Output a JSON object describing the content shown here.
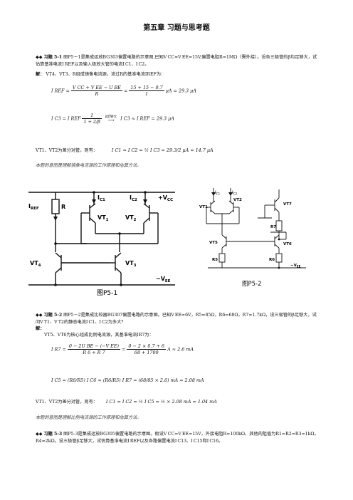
{
  "title": "第五章    习题与思考题",
  "p51": {
    "marker": "◆◆",
    "label": "习题 5-1",
    "text": " 图P5－1是集成运放BG303偏置电路的示意图,已知V CC=V EE=15V,偏置电阻R=1MΩ（需外接）。设各三极管的β均足够大，试估算基准电流I REF以及输入级放大管的电流I C1、I C2。",
    "sol_label": "解：",
    "sol_text": "VT4、VT3、R组成镜像电流源，流过R的基准电流IREF为：",
    "eq1_lhs": "I REF =",
    "eq1_num": "V CC + V EE − U BE",
    "eq1_den": "R",
    "eq1_eq": "=",
    "eq1_num2": "15 + 15 − 0.7",
    "eq1_den2": "1",
    "eq1_res": "μA = 29.3 μA",
    "eq2_lhs": "I C3 = I REF",
    "eq2_num": "1",
    "eq2_den": "1 + 2/β",
    "eq2_arrow": "β足够大",
    "eq2_res": "I C3 ≈ I REF = 29.3 μA",
    "vt_text": "VT1、VT2为差分对管，则有：",
    "eq3": "I C1 = I C2 = ½ I C3 ≈ 29.3/2 μA ≈ 14.7 μA",
    "note": "本题的意图是理解镜像电流源的工作原理和估算方法。"
  },
  "fig1": {
    "ic1": "I",
    "ic1_sub": "C1",
    "ic2": "I",
    "ic2_sub": "C2",
    "vcc": "+V",
    "vcc_sub": "CC",
    "iref": "I",
    "iref_sub": "REF",
    "r": "R",
    "vt1": "VT",
    "vt1_sub": "1",
    "vt2": "VT",
    "vt2_sub": "2",
    "vt3": "VT",
    "vt3_sub": "3",
    "vt4": "VT",
    "vt4_sub": "4",
    "vee": "−V",
    "vee_sub": "EE",
    "caption": "图P5-1"
  },
  "fig2": {
    "ic1": "I",
    "ic1_sub": "C1",
    "ic2": "I",
    "ic2_sub": "C2",
    "vt1": "VT1",
    "vt2": "VT2",
    "vt7": "VT7",
    "r7": "R7",
    "vt5": "VT5",
    "vt6": "VT6",
    "r5": "R5",
    "r6": "R6",
    "vee": "−V",
    "vee_sub": "EE",
    "caption": "图P5-2"
  },
  "p52": {
    "marker": "◆◆",
    "label": "习题 5-2",
    "text": " 图P5－2是集成比较器BG307偏置电路的示意图。已知V EE=6V，R5=85Ω，R6=68Ω，R7=1.7kΩ，设三极管的β足够大，试问V T1、V T2的静态电流I C1、I C2为多大？",
    "sol_label": "解：",
    "sol_text": "VT5、VT6为核心组成比例电流源，其基准电流IR7为：",
    "eq1_lhs": "I R7 =",
    "eq1_num": "0 − 2U BE − (−V EE)",
    "eq1_den": "R 6 + R 7",
    "eq1_eq": "=",
    "eq1_num2": "0 − 2 × 0.7 + 6",
    "eq1_den2": "68 + 1700",
    "eq1_res": "A ≈ 2.6 mA",
    "eq2": "I C5 = (R6/R5) I C6 ≈ (R6/R5) I R7 = (68/85 × 2.6) mA = 2.08 mA",
    "vt_text": "VT1、VT2为差分对管，则有：",
    "eq3": "I C1 = I C2 = ½ I C5 = ½ × 2.08 mA = 1.04 mA",
    "note": "本题的意图是理解比例电流源的工作原理和估算方法。"
  },
  "p53": {
    "marker": "◆◆",
    "label": "习题 5-3",
    "text": " 图P5-3是集成运放BG305偏置电路的示意图。假设V CC=V EE=15V，外接电阻R=100kΩ，其他的阻值为R1=R2=R3=1kΩ，R4=2kΩ。设三极管β足够大，试估算基准电流I REF以及各路偏置电流I C13、I C15和I C16。"
  }
}
